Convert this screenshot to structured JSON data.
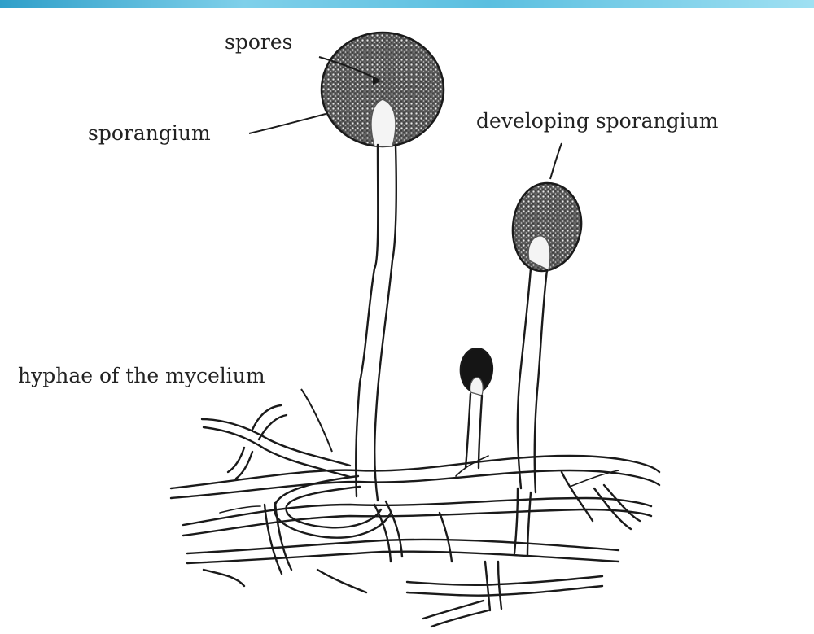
{
  "labels": {
    "spores": "spores",
    "sporangium": "sporangium",
    "developing_sporangium": "developing sporangium",
    "hyphae": "hyphae of the mycelium"
  },
  "colors": {
    "ink": "#1a1a1a",
    "stipple": "#333333",
    "top_strip": "#5bbfe0"
  }
}
